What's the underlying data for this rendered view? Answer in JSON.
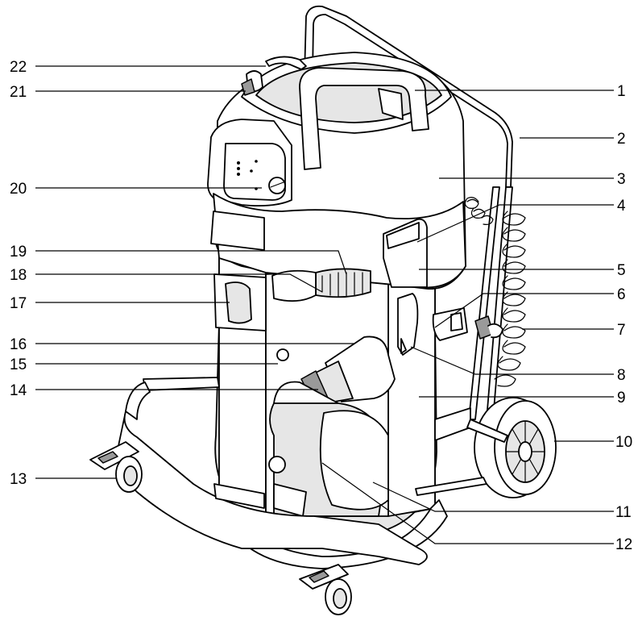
{
  "figure": {
    "callouts": [
      {
        "id": 1,
        "label": "1"
      },
      {
        "id": 2,
        "label": "2"
      },
      {
        "id": 3,
        "label": "3"
      },
      {
        "id": 4,
        "label": "4"
      },
      {
        "id": 5,
        "label": "5"
      },
      {
        "id": 6,
        "label": "6"
      },
      {
        "id": 7,
        "label": "7"
      },
      {
        "id": 8,
        "label": "8"
      },
      {
        "id": 9,
        "label": "9"
      },
      {
        "id": 10,
        "label": "10"
      },
      {
        "id": 11,
        "label": "11"
      },
      {
        "id": 12,
        "label": "12"
      },
      {
        "id": 13,
        "label": "13"
      },
      {
        "id": 14,
        "label": "14"
      },
      {
        "id": 15,
        "label": "15"
      },
      {
        "id": 16,
        "label": "16"
      },
      {
        "id": 17,
        "label": "17"
      },
      {
        "id": 18,
        "label": "18"
      },
      {
        "id": 19,
        "label": "19"
      },
      {
        "id": 20,
        "label": "20"
      },
      {
        "id": 21,
        "label": "21"
      },
      {
        "id": 22,
        "label": "22"
      }
    ]
  }
}
